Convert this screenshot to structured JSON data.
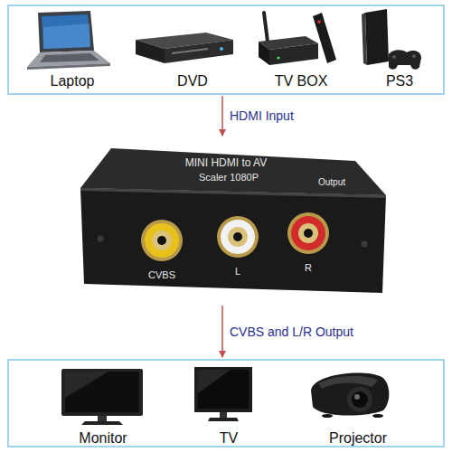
{
  "diagram": {
    "nodes": [
      {
        "text": [
          "Laptop",
          "DVD",
          "TV BOX",
          "PS3"
        ]
      },
      {
        "text": [
          "MINI HDMI to AV",
          "Scaler 1080P",
          "Output",
          "CVBS",
          "L",
          "R"
        ]
      },
      {
        "text": [
          "Monitor",
          "TV",
          "Projector"
        ]
      }
    ],
    "edges": [
      {
        "from": 0,
        "to": 1,
        "arrow": "to",
        "label": "HDMI Input"
      },
      {
        "from": 1,
        "to": 2,
        "arrow": "to",
        "label": "CVBS and L/R Output"
      }
    ]
  }
}
